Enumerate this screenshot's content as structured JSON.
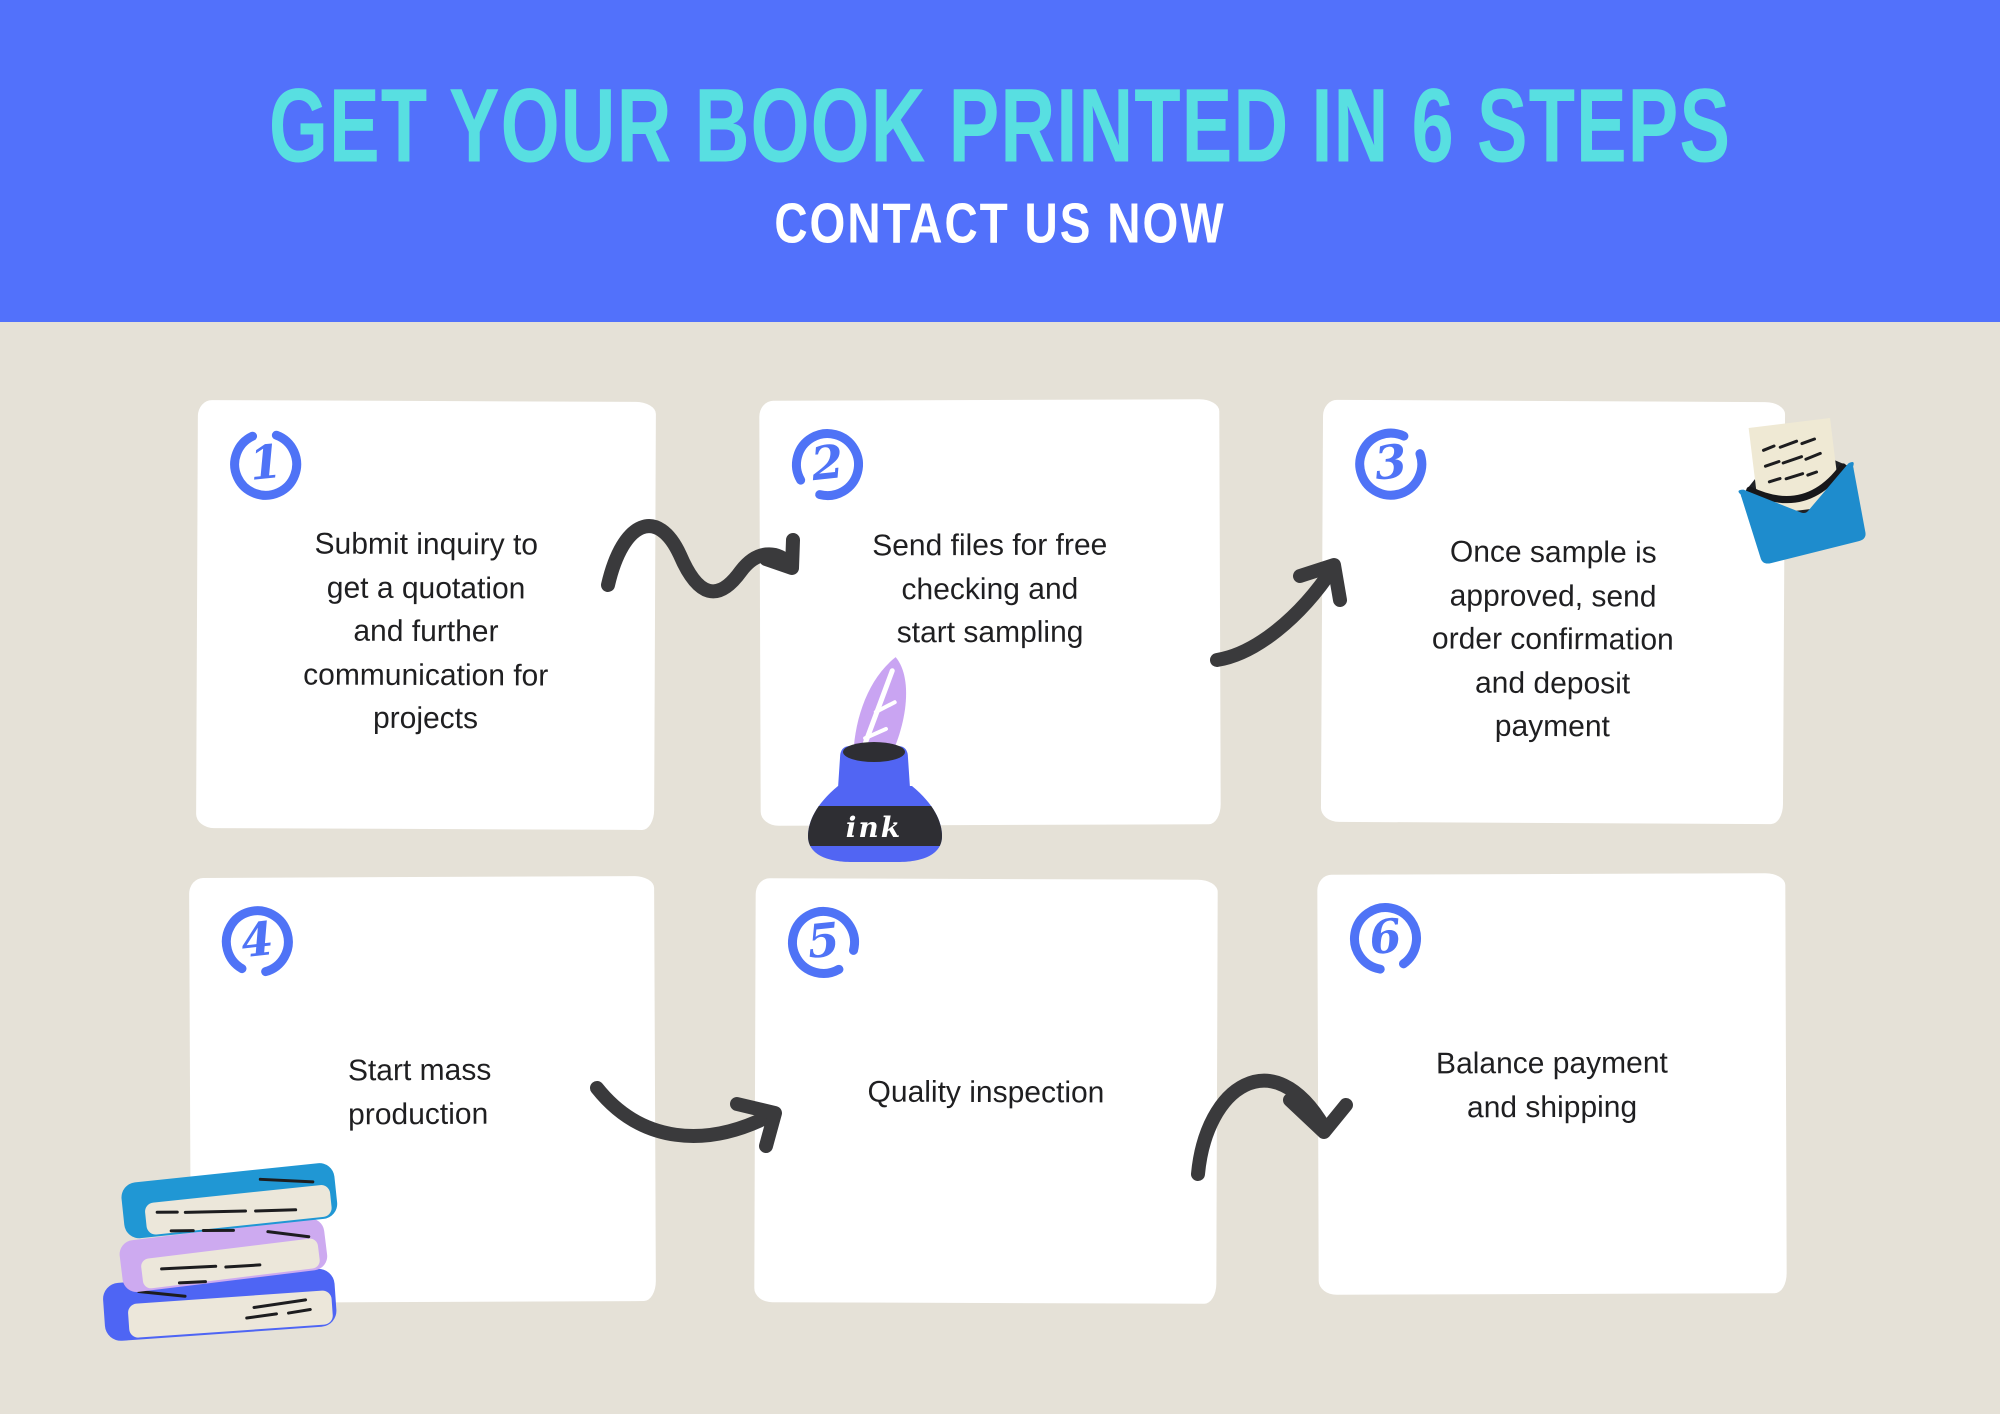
{
  "header": {
    "title": "GET YOUR BOOK PRINTED IN 6 STEPS",
    "subtitle": "CONTACT US NOW"
  },
  "steps": [
    {
      "number": "1",
      "text": "Submit inquiry to get a quotation and further communication for projects"
    },
    {
      "number": "2",
      "text": "Send files for free checking and start sampling"
    },
    {
      "number": "3",
      "text": "Once sample is approved, send order confirmation and deposit payment"
    },
    {
      "number": "4",
      "text": "Start mass production"
    },
    {
      "number": "5",
      "text": "Quality inspection"
    },
    {
      "number": "6",
      "text": "Balance payment and shipping"
    }
  ],
  "decorations": {
    "ink_label": "ink"
  },
  "colors": {
    "banner_blue": "#5271fb",
    "title_teal": "#58dfe1",
    "subtitle_white": "#ffffff",
    "background_beige": "#e5e1d7",
    "card_white": "#ffffff",
    "step_text": "#1f1f21",
    "number_blue": "#4f73f6",
    "arrow_gray": "#3a3a3c",
    "ink_bottle_blue": "#5165f3",
    "ink_band_charcoal": "#2e2e33",
    "feather_purple": "#c9a4f2",
    "envelope_blue": "#1e8ccd",
    "letter_cream": "#efe9d4",
    "page_cream": "#ece7da",
    "book_top_cyan": "#2097d4",
    "book_middle_lavender": "#cdaaf0",
    "book_bottom_blue": "#4e65f4"
  }
}
